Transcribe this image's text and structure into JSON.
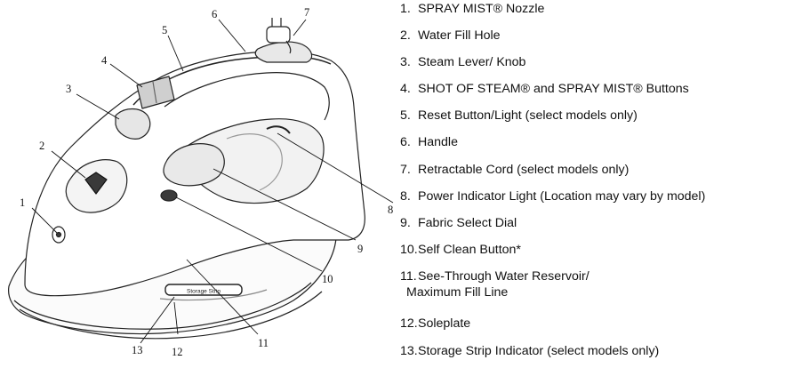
{
  "diagram": {
    "callout_numbers": [
      "1",
      "2",
      "3",
      "4",
      "5",
      "6",
      "7",
      "8",
      "9",
      "10",
      "11",
      "12",
      "13"
    ],
    "strip_label": "Storage Strip",
    "colors": {
      "ink": "#111111",
      "bg": "#ffffff",
      "body_fill": "#fbfbfb",
      "shade": "#dadada",
      "dark": "#3a3a3a"
    }
  },
  "parts": [
    {
      "num": "1.",
      "text": "SPRAY MIST® Nozzle"
    },
    {
      "num": "2.",
      "text": "Water Fill Hole"
    },
    {
      "num": "3.",
      "text": "Steam Lever/ Knob"
    },
    {
      "num": "4.",
      "text": "SHOT OF STEAM® and SPRAY MIST® Buttons"
    },
    {
      "num": "5.",
      "text": "Reset Button/Light (select models only)"
    },
    {
      "num": "6.",
      "text": "Handle"
    },
    {
      "num": "7.",
      "text": "Retractable Cord (select models only)"
    },
    {
      "num": "8.",
      "text": "Power Indicator Light (Location may vary by model)"
    },
    {
      "num": "9.",
      "text": "Fabric Select Dial"
    },
    {
      "num": "10.",
      "text": "Self Clean Button*"
    },
    {
      "num": "11.",
      "text": "See-Through Water Reservoir/",
      "text2": "Maximum Fill Line"
    },
    {
      "num": "12.",
      "text": "Soleplate"
    },
    {
      "num": "13.",
      "text": "Storage Strip Indicator (select models only)"
    }
  ]
}
